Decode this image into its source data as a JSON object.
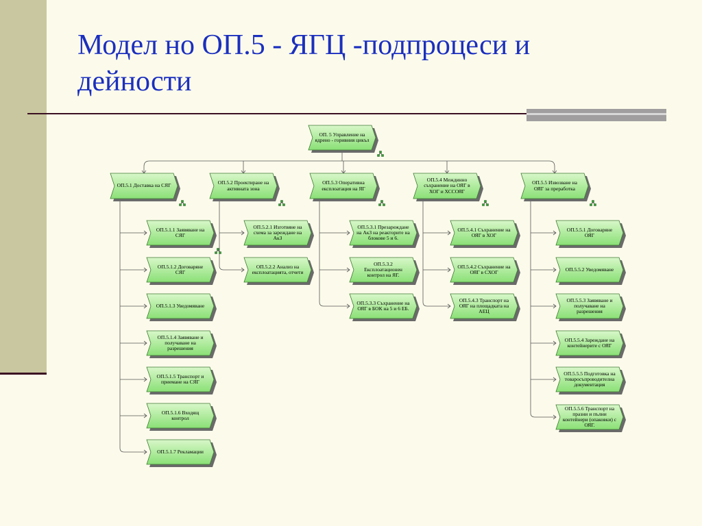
{
  "slide": {
    "title": "Модел но ОП.5 - ЯГЦ -подпроцеси и дейности"
  },
  "colors": {
    "node_fill_top": "#d8f7c9",
    "node_fill_bottom": "#8ae076",
    "title": "#1b2fbf",
    "sidebar": "#c9c79f"
  },
  "diagram": {
    "root": {
      "id": "root",
      "text": "ОП. 5 Управление на ядрено - горивния цикъл"
    },
    "branches": [
      {
        "id": "b1",
        "text": "ОП.5.1 Доставка на СЯГ",
        "children": [
          {
            "id": "b1c1",
            "text": "ОП.5.1.1 Заявяване на СЯГ"
          },
          {
            "id": "b1c2",
            "text": "ОП.5.1.2 Договаряне СЯГ"
          },
          {
            "id": "b1c3",
            "text": "ОП.5.1.3 Уведомяване"
          },
          {
            "id": "b1c4",
            "text": "ОП.5.1.4 Заявяване и получаване на разрешения"
          },
          {
            "id": "b1c5",
            "text": "ОП.5.1.5 Транспорт и приемане на СЯГ"
          },
          {
            "id": "b1c6",
            "text": "ОП.5.1.6 Входящ контрол"
          },
          {
            "id": "b1c7",
            "text": "ОП.5.1.7 Рекламации"
          }
        ]
      },
      {
        "id": "b2",
        "text": "ОП.5.2 Проектиране на активната зона",
        "children": [
          {
            "id": "b2c1",
            "text": "ОП.5.2.1 Изготвяне на схема за зареждане на АкЗ"
          },
          {
            "id": "b2c2",
            "text": "ОП.5.2.2 Анализ на експлоатацията, отчети"
          }
        ]
      },
      {
        "id": "b3",
        "text": "ОП.5.3 Оперативна експлоатация на ЯГ",
        "children": [
          {
            "id": "b3c1",
            "text": "ОП.5.3.1 Презареждане на АкЗ на реакторите на блокове 5 и 6."
          },
          {
            "id": "b3c2",
            "text": "ОП.5.3.2 Експлоатационен контрол на ЯГ."
          },
          {
            "id": "b3c3",
            "text": "ОП.5.3.3 Съхранение на ОЯГ в БОК на 5 и 6 ЕБ."
          }
        ]
      },
      {
        "id": "b4",
        "text": "ОП.5.4 Междинно съхранение на ОЯГ в ХОГ и ХССОЯГ",
        "children": [
          {
            "id": "b4c1",
            "text": "ОП.5.4.1 Съхранение на ОЯГ в ХОГ"
          },
          {
            "id": "b4c2",
            "text": "ОП.5.4.2 Съхранение на ОЯГ в СХОГ"
          },
          {
            "id": "b4c3",
            "text": "ОП.5.4.3 Транспорт на ОЯГ на площадката на АЕЦ"
          }
        ]
      },
      {
        "id": "b5",
        "text": "ОП.5.5 Извозване на ОЯГ за преработка",
        "children": [
          {
            "id": "b5c1",
            "text": "ОП.5.5.1 Договаряне ОЯГ"
          },
          {
            "id": "b5c2",
            "text": "ОП.5.5.2 Уведомяване"
          },
          {
            "id": "b5c3",
            "text": "ОП.5.5.3 Заявяване и получаване на разрешения"
          },
          {
            "id": "b5c4",
            "text": "ОП.5.5.4 Зареждане на контейнерите с ОЯГ"
          },
          {
            "id": "b5c5",
            "text": "ОП.5.5.5 Подготовка на товаросъпроводителна документация"
          },
          {
            "id": "b5c6",
            "text": "ОП.5.5.6 Транспорт на празни и пълни контейнери (опаковки) с ОЯГ."
          }
        ]
      }
    ]
  }
}
